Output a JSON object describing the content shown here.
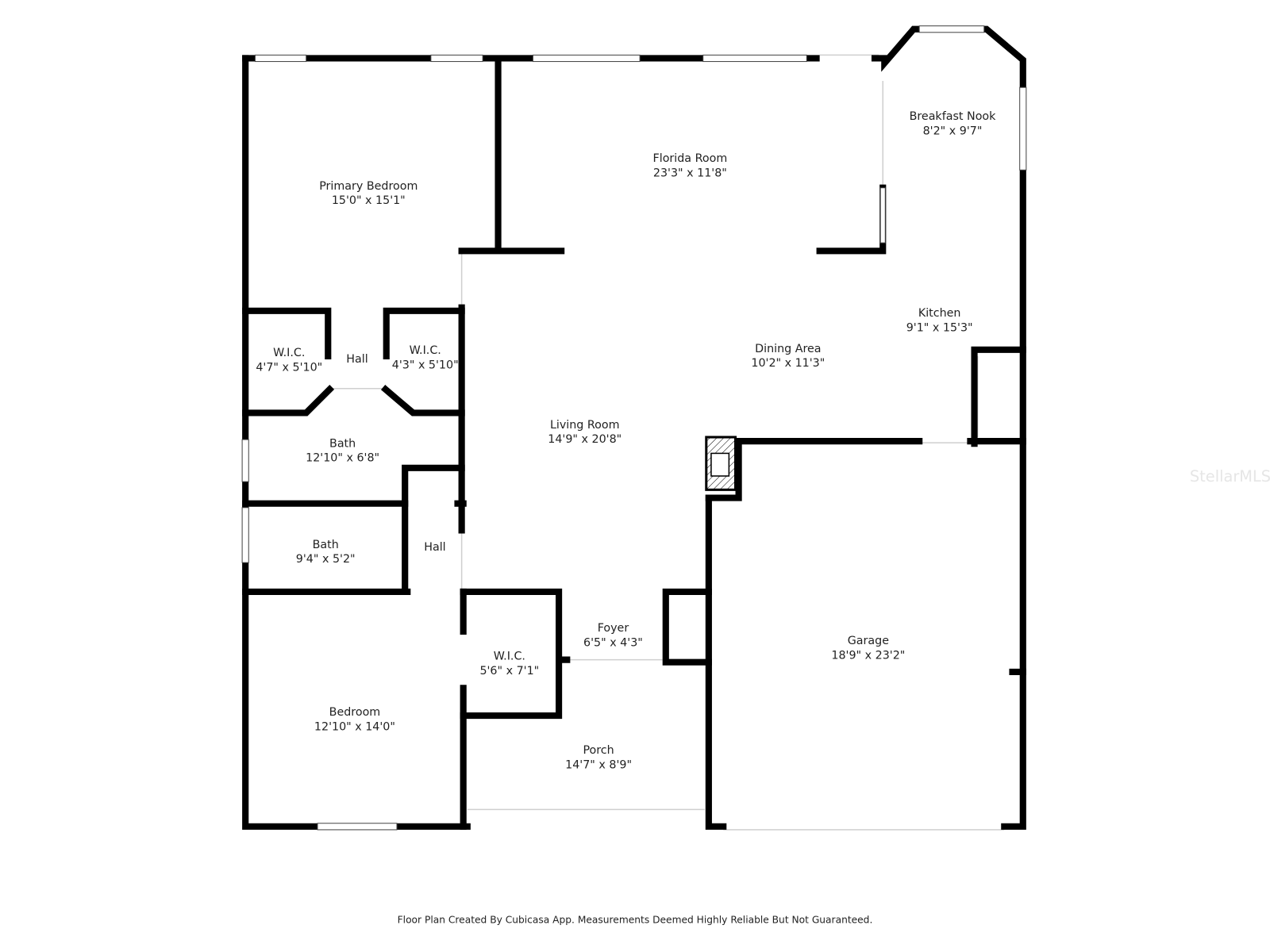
{
  "rooms": [
    {
      "name": "Primary Bedroom",
      "size": "15'0\" x 15'1\""
    },
    {
      "name": "Florida Room",
      "size": "23'3\" x 11'8\""
    },
    {
      "name": "Breakfast Nook",
      "size": "8'2\" x 9'7\""
    },
    {
      "name": "Kitchen",
      "size": "9'1\" x 15'3\""
    },
    {
      "name": "W.I.C.",
      "size": "4'7\" x 5'10\""
    },
    {
      "name": "Hall",
      "size": ""
    },
    {
      "name": "W.I.C.",
      "size": "4'3\" x 5'10\""
    },
    {
      "name": "Dining Area",
      "size": "10'2\" x 11'3\""
    },
    {
      "name": "Living Room",
      "size": "14'9\" x 20'8\""
    },
    {
      "name": "Bath",
      "size": "12'10\" x 6'8\""
    },
    {
      "name": "Bath",
      "size": "9'4\" x 5'2\""
    },
    {
      "name": "Hall",
      "size": ""
    },
    {
      "name": "Foyer",
      "size": "6'5\" x 4'3\""
    },
    {
      "name": "W.I.C.",
      "size": "5'6\" x 7'1\""
    },
    {
      "name": "Garage",
      "size": "18'9\" x 23'2\""
    },
    {
      "name": "Bedroom",
      "size": "12'10\" x 14'0\""
    },
    {
      "name": "Porch",
      "size": "14'7\" x 8'9\""
    }
  ],
  "footer": "Floor Plan Created By Cubicasa App. Measurements Deemed Highly Reliable But Not Guaranteed.",
  "watermark": "StellarMLS"
}
